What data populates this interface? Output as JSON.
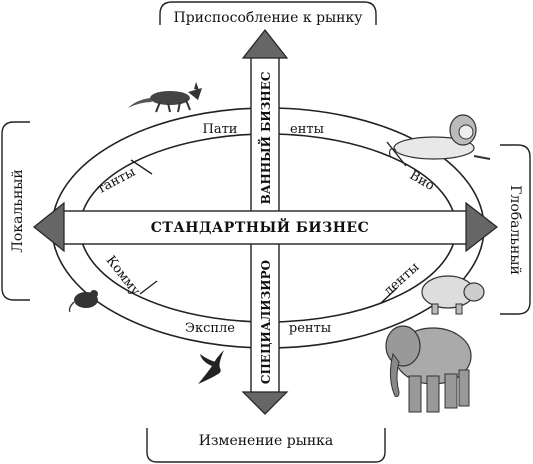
{
  "top_label": "Приспособление к рынку",
  "bottom_label": "Изменение рынка",
  "left_label": "Локальный",
  "right_label": "Глобальный",
  "horizontal_arrow_label": "СТАНДАРТНЫЙ БИЗНЕС",
  "vertical_upper_label": "ВАННЫЙ БИЗНЕС",
  "vertical_lower_label": "СПЕЦИАЛИЗИРО",
  "segments": {
    "top_left": "Пати",
    "top_right": "енты",
    "upper_left": "танты",
    "upper_right": "Вио",
    "lower_left": "Комму",
    "lower_right": "ленты",
    "bottom_left": "Эксплe",
    "bottom_right": "ренты"
  },
  "icons": [
    "fox-icon",
    "lion-icon",
    "mouse-icon",
    "hippo-icon",
    "swallow-icon",
    "elephant-icon"
  ]
}
